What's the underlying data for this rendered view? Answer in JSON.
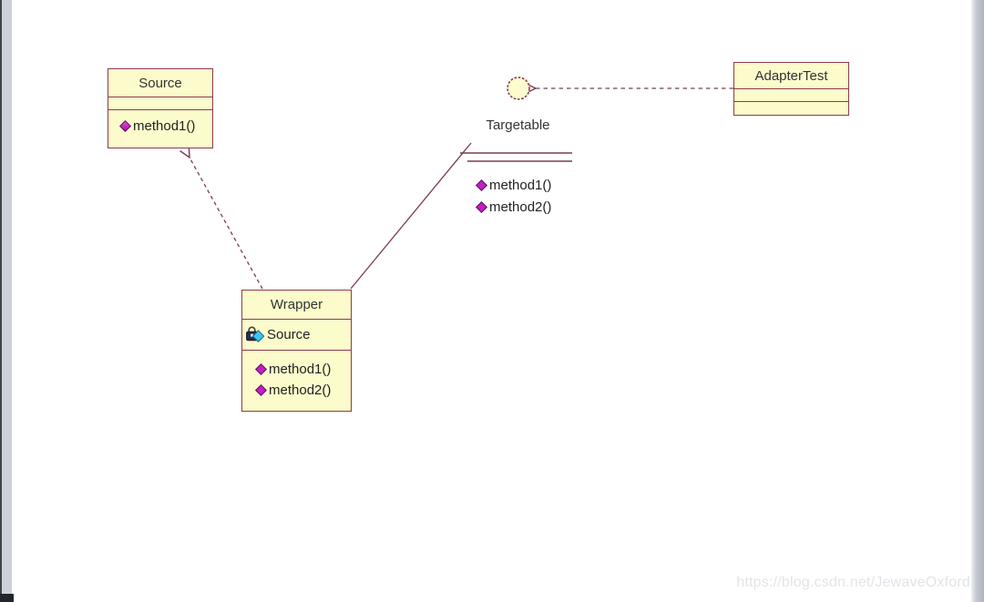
{
  "diagram_type": "uml-class-diagram",
  "source_class": {
    "title": "Source",
    "method1": "method1()"
  },
  "wrapper_class": {
    "title": "Wrapper",
    "attribute": "Source",
    "method1": "method1()",
    "method2": "method2()"
  },
  "adapter_test_class": {
    "title": "AdapterTest"
  },
  "targetable_interface": {
    "name": "Targetable",
    "method1": "method1()",
    "method2": "method2()"
  },
  "relationships": {
    "wrapper_to_source": "dashed dependency arrow",
    "wrapper_to_targetable": "solid realization line to lollipop",
    "adaptertest_to_targetable": "dashed dependency arrow to lollipop circle"
  },
  "icons": {
    "method_icon": "magenta-diamond-icon",
    "attribute_icon": "lock-with-cyan-diamond-icon",
    "interface_icon": "lollipop-circle-icon"
  },
  "watermark": {
    "text": "https://blog.csdn.net/JewaveOxford"
  },
  "colors": {
    "class_fill": "#FBFBCB",
    "class_border": "#8A3B50",
    "connector": "#7A3B55",
    "method_diamond": "#C21FC2",
    "attribute_diamond": "#3BC8EF",
    "watermark": "#E2E4E8",
    "gutter": "#CDD2D9"
  }
}
